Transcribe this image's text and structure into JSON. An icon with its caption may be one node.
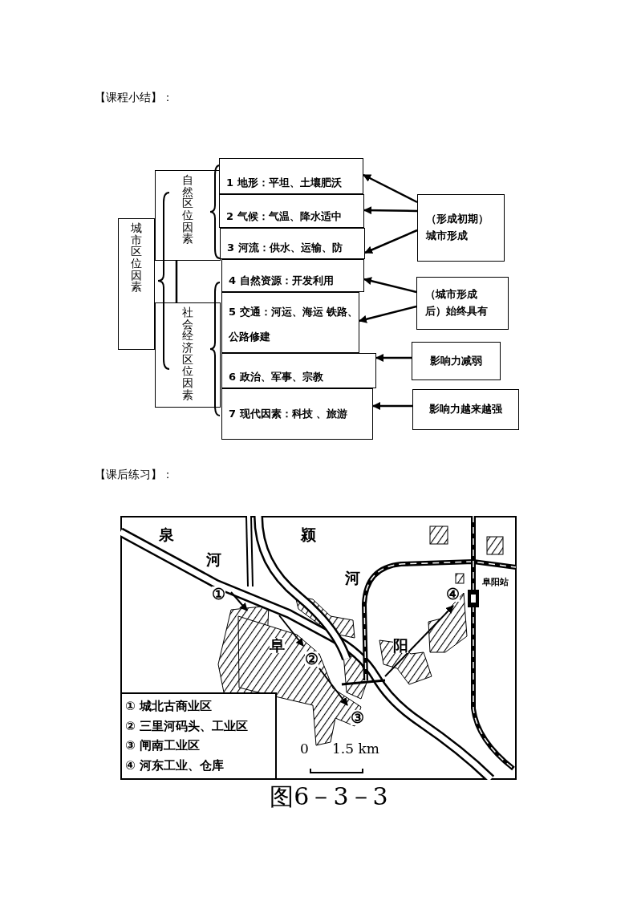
{
  "diagram": {
    "caption": "图6－3－3",
    "nodes": [
      {
        "text": [
          "城市区位因素"
        ]
      },
      {
        "text": [
          "自然区位因素"
        ]
      },
      {
        "text": [
          "社会经济区位因素"
        ]
      },
      {
        "text": [
          "1 地形：平坦、土壤肥沃"
        ]
      },
      {
        "text": [
          "2 气候：气温、降水适中"
        ]
      },
      {
        "text": [
          "3 河流：供水、运输、防"
        ]
      },
      {
        "text": [
          "4 自然资源：开发利用"
        ]
      },
      {
        "text": [
          "5 交通：河运、海运 铁路、公路修建"
        ]
      },
      {
        "text": [
          "6 政治、军事、宗教"
        ]
      },
      {
        "text": [
          "7 现代因素：科技 、旅游"
        ]
      },
      {
        "text": [
          "（形成初期）城市形成"
        ]
      },
      {
        "text": [
          "（城市形成后）始终具有"
        ]
      },
      {
        "text": [
          "影响力减弱"
        ]
      },
      {
        "text": [
          "影响力越来越强"
        ]
      }
    ],
    "edges": [
      {
        "from": 1,
        "to": 2,
        "arrow": "none"
      },
      {
        "from": 10,
        "to": 3,
        "arrow": "to"
      },
      {
        "from": 10,
        "to": 4,
        "arrow": "to"
      },
      {
        "from": 10,
        "to": 5,
        "arrow": "to"
      },
      {
        "from": 11,
        "to": 6,
        "arrow": "to"
      },
      {
        "from": 11,
        "to": 7,
        "arrow": "to"
      },
      {
        "from": 12,
        "to": 8,
        "arrow": "to"
      },
      {
        "from": 13,
        "to": 9,
        "arrow": "to"
      }
    ],
    "labels": [
      "【课程小结】：",
      "【课后练习】：",
      "泉",
      "河",
      "颍",
      "河",
      "①",
      "阜",
      "②",
      "阳",
      "③",
      "④",
      "阜阳站",
      "① 城北古商业区",
      "② 三里河码头、工业区",
      "③ 闸南工业区",
      "④ 河东工业、仓库",
      "0",
      "1.5 km"
    ]
  }
}
